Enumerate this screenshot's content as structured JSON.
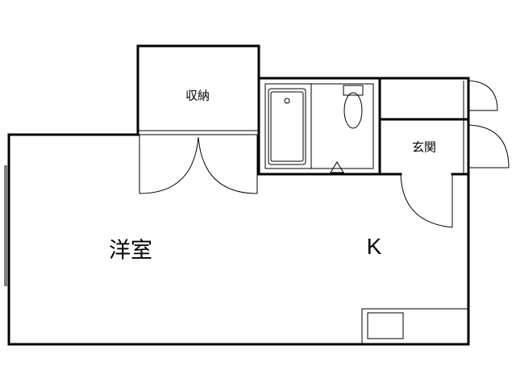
{
  "floorplan": {
    "rooms": {
      "storage": {
        "label": "収納"
      },
      "entrance": {
        "label": "玄関"
      },
      "western_room": {
        "label": "洋室"
      },
      "kitchen": {
        "label": "K"
      }
    },
    "colors": {
      "line": "#000000",
      "background": "#ffffff"
    }
  }
}
